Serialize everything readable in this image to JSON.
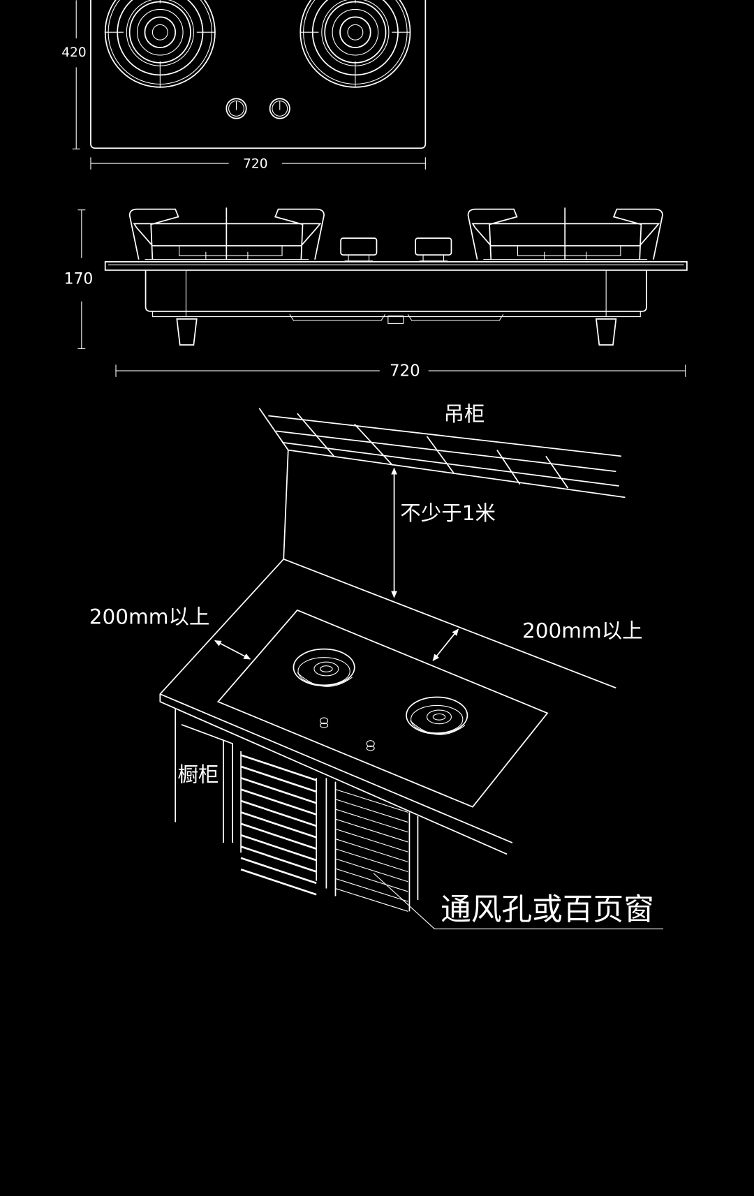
{
  "top_view": {
    "height_label": "420",
    "width_label": "720"
  },
  "side_view": {
    "height_label": "170",
    "width_label": "720"
  },
  "installation": {
    "wall_cabinet_label": "吊柜",
    "min_height_label": "不少于1米",
    "left_clearance_label": "200mm以上",
    "back_clearance_label": "200mm以上",
    "base_cabinet_label": "橱柜",
    "ventilation_label": "通风孔或百页窗"
  },
  "colors": {
    "background": "#000000",
    "line": "#ffffff"
  }
}
